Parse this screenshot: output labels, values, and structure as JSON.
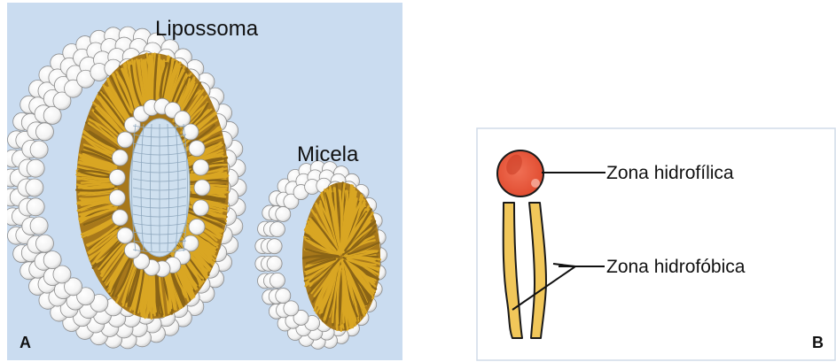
{
  "panel_a": {
    "label": "A",
    "liposome_label": "Lipossoma",
    "micelle_label": "Micela",
    "background_color": "#cadcf0"
  },
  "panel_b": {
    "label": "B",
    "hydrophilic_label": "Zona hidrofílica",
    "hydrophobic_label": "Zona hidrofóbica",
    "head_color": "#e8553a",
    "tail_color": "#f1c75a",
    "border_color": "#d0dce8"
  },
  "colors": {
    "lipid_head": "#ffffff",
    "lipid_tail": "#d9a623",
    "tail_shadow": "#8a6416"
  }
}
